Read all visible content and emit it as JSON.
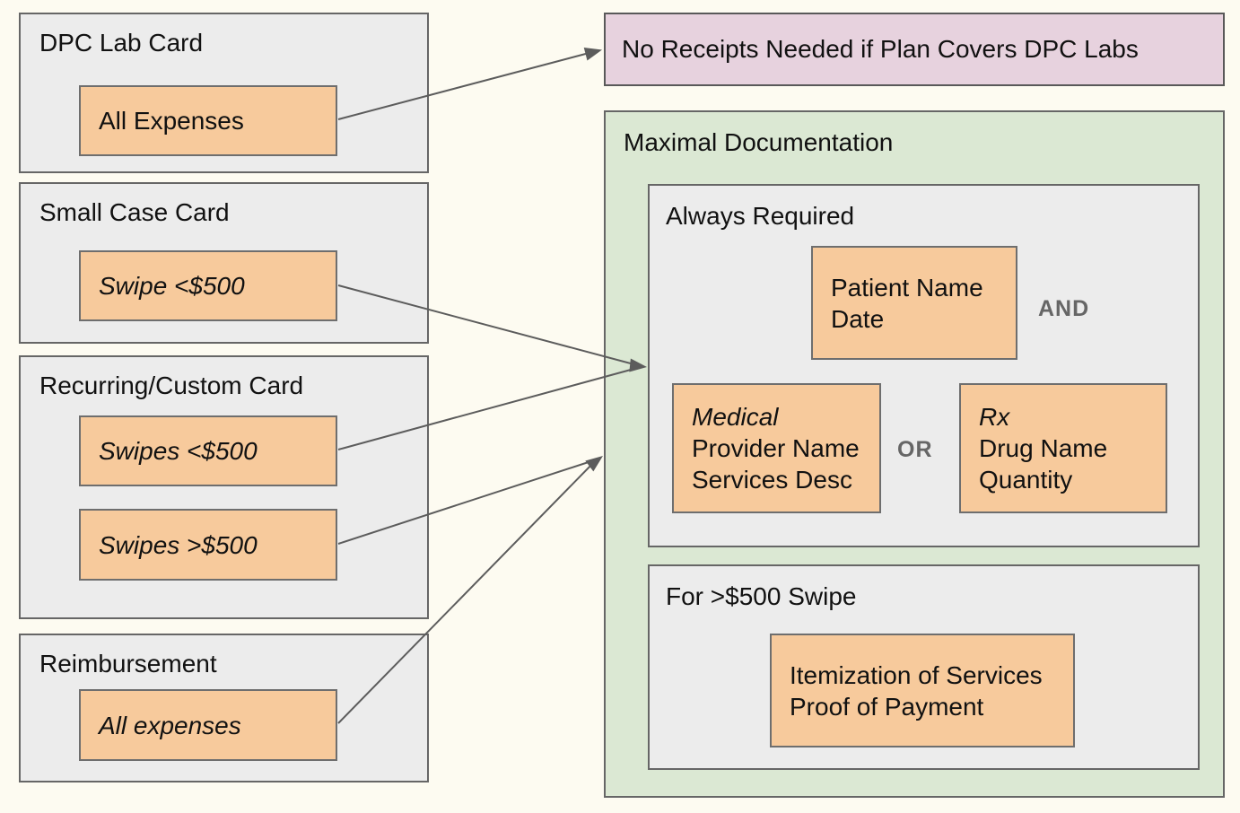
{
  "diagram": {
    "left_cards": [
      {
        "title": "DPC Lab Card",
        "items": [
          {
            "label": "All Expenses",
            "italic": false
          }
        ]
      },
      {
        "title": "Small Case Card",
        "items": [
          {
            "label": "Swipe <$500",
            "italic": true
          }
        ]
      },
      {
        "title": "Recurring/Custom Card",
        "items": [
          {
            "label": "Swipes <$500",
            "italic": true
          },
          {
            "label": "Swipes >$500",
            "italic": true
          }
        ]
      },
      {
        "title": "Reimbursement",
        "items": [
          {
            "label": "All expenses",
            "italic": true
          }
        ]
      }
    ],
    "no_receipts_label": "No Receipts Needed if Plan Covers DPC Labs",
    "maximal_documentation": {
      "title": "Maximal Documentation",
      "always_required": {
        "title": "Always Required",
        "patient_box": {
          "line1": "Patient Name",
          "line2": "Date"
        },
        "and_label": "AND",
        "medical_box": {
          "line1_italic": "Medical",
          "line2": "Provider Name",
          "line3": "Services Desc"
        },
        "or_label": "OR",
        "rx_box": {
          "line1_italic": "Rx",
          "line2": "Drug Name",
          "line3": "Quantity"
        }
      },
      "over_500": {
        "title": "For >$500 Swipe",
        "itemization_box": {
          "line1": "Itemization of Services",
          "line2": "Proof of Payment"
        }
      }
    },
    "colors": {
      "background": "#fdfbf1",
      "card_fill": "#ececec",
      "chip_fill": "#f7ca9c",
      "no_receipts_fill": "#e7d2de",
      "maximal_doc_fill": "#dbe8d3",
      "border": "#666666",
      "arrow": "#5c5c5c",
      "conjunction_text": "#666666"
    }
  }
}
